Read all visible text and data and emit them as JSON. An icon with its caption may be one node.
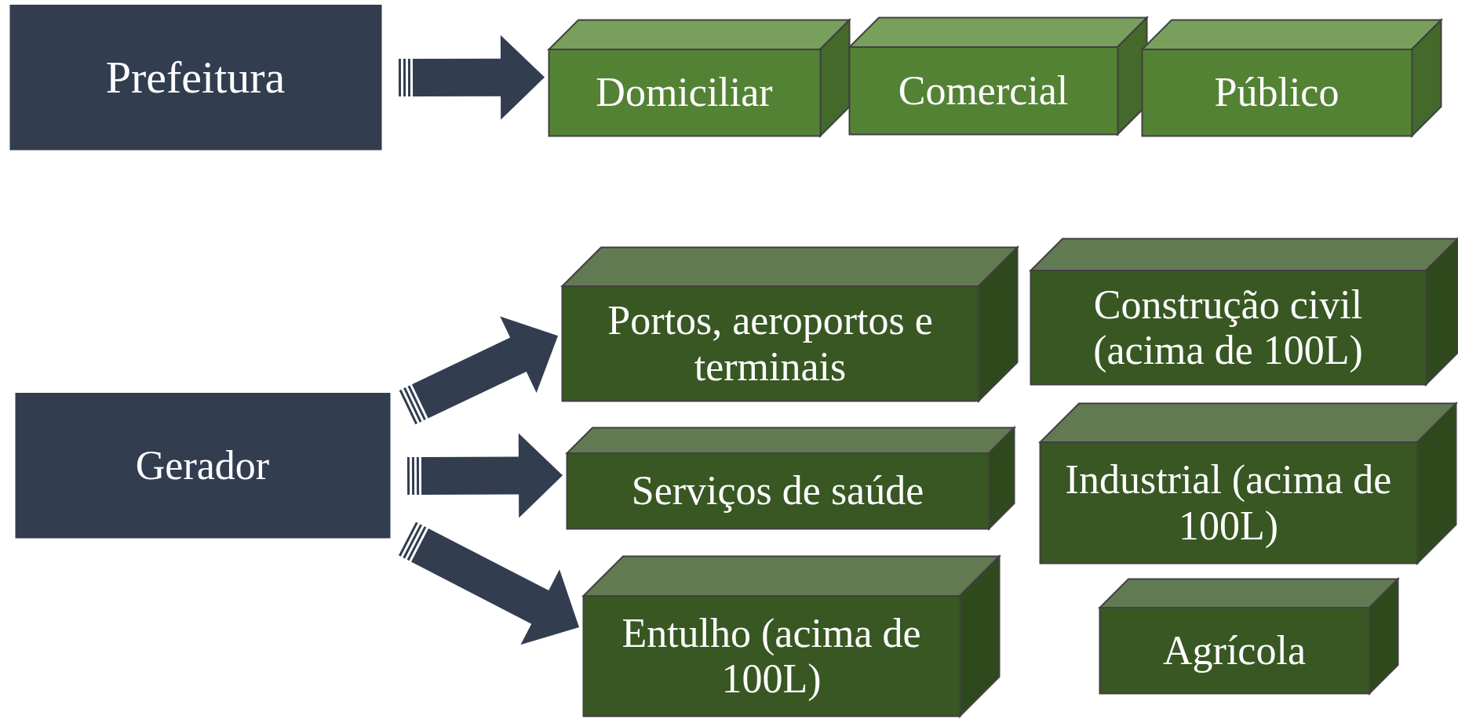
{
  "diagram": {
    "nodes": [
      {
        "text": [
          "Prefeitura"
        ]
      },
      {
        "text": [
          "Domiciliar"
        ]
      },
      {
        "text": [
          "Comercial"
        ]
      },
      {
        "text": [
          "Público"
        ]
      },
      {
        "text": [
          "Gerador"
        ]
      },
      {
        "text": [
          "Portos, aeroportos e terminais"
        ]
      },
      {
        "text": [
          "Construção civil (acima de 100L)"
        ]
      },
      {
        "text": [
          "Serviços de saúde"
        ]
      },
      {
        "text": [
          "Industrial (acima de 100L)"
        ]
      },
      {
        "text": [
          "Entulho (acima de 100L)"
        ]
      },
      {
        "text": [
          "Agrícola"
        ]
      }
    ],
    "edges": [
      {
        "from": 0,
        "to": 1,
        "arrow": "to"
      },
      {
        "from": 4,
        "to": 5,
        "arrow": "to"
      },
      {
        "from": 4,
        "to": 7,
        "arrow": "to"
      },
      {
        "from": 4,
        "to": 9,
        "arrow": "to"
      }
    ]
  }
}
